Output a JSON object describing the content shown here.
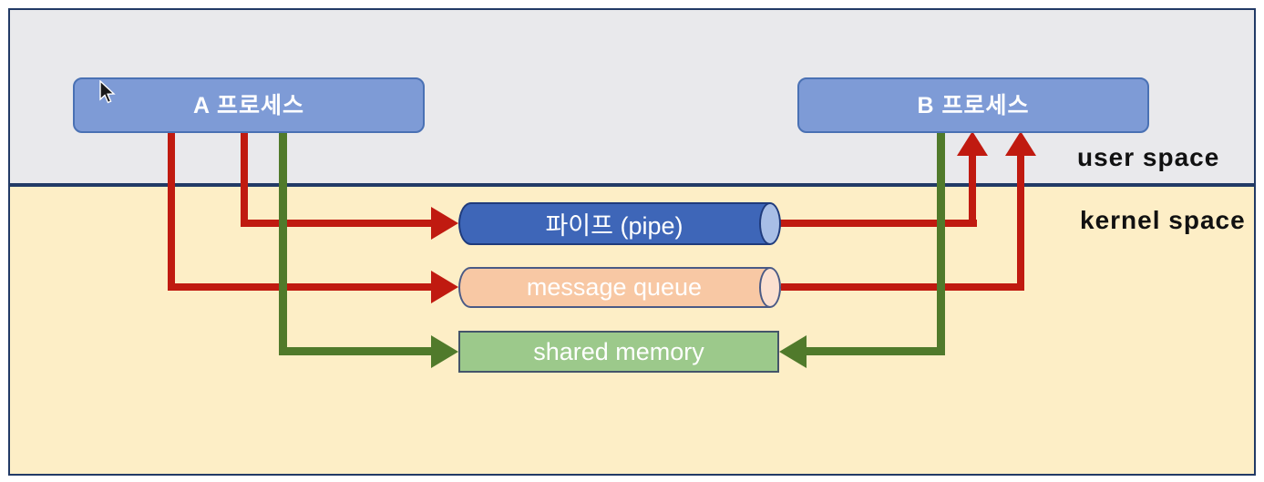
{
  "regions": {
    "user": {
      "label": "user space"
    },
    "kernel": {
      "label": "kernel space"
    }
  },
  "processes": {
    "a": {
      "label": "A 프로세스"
    },
    "b": {
      "label": "B 프로세스"
    }
  },
  "ipc": {
    "pipe": {
      "label": "파이프 (pipe)"
    },
    "message_queue": {
      "label": "message queue"
    },
    "shared_memory": {
      "label": "shared memory"
    }
  },
  "connections": [
    {
      "from": "process_a",
      "to": "pipe",
      "color": "red",
      "direction": "one-way"
    },
    {
      "from": "process_a",
      "to": "message_queue",
      "color": "red",
      "direction": "one-way"
    },
    {
      "from": "process_a",
      "to": "shared_memory",
      "color": "green",
      "direction": "one-way"
    },
    {
      "from": "pipe",
      "to": "process_b",
      "color": "red",
      "direction": "one-way"
    },
    {
      "from": "message_queue",
      "to": "process_b",
      "color": "red",
      "direction": "one-way"
    },
    {
      "from": "process_b",
      "to": "shared_memory",
      "color": "green",
      "direction": "one-way"
    }
  ],
  "icons": {
    "mouse_cursor": "arrow-pointer"
  },
  "colors": {
    "region_border": "#223A66",
    "user_bg": "#E9E9EC",
    "kernel_bg": "#FDEEC6",
    "process_fill": "#7E9BD6",
    "process_border": "#4A71B4",
    "pipe_fill": "#3E66B8",
    "pipe_cap": "#A8BEE6",
    "pipe_border": "#1F3B7C",
    "queue_fill": "#F8C8A4",
    "queue_cap": "#FBE0D0",
    "queue_border": "#4A5A86",
    "shared_fill": "#9CC98B",
    "shared_border": "#44546A",
    "arrow_red": "#C01A10",
    "arrow_green": "#507A2B",
    "label_color": "#111111"
  }
}
